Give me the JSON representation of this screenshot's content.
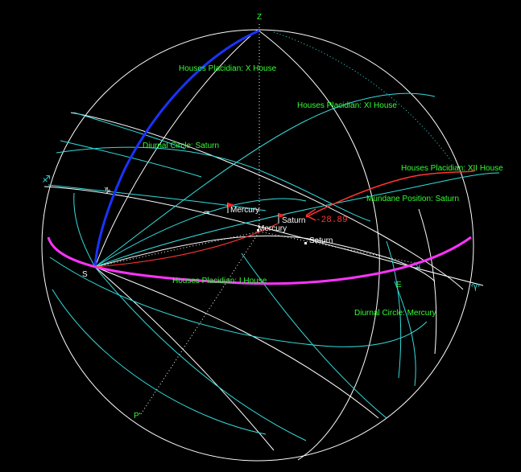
{
  "colors": {
    "background": "#000000",
    "sphere": "#ffffff",
    "house_circles": "#33dddd",
    "tenth_house": "#1a33ff",
    "horizon": "#ff33ff",
    "mundane_arc": "#ff3333",
    "labels": "#33ff33",
    "planet_flag": "#ff2222"
  },
  "labels": {
    "zenith": "Z",
    "south": "S",
    "pole": "P'",
    "east_point": "E",
    "house_x": "Houses  Placidian: X House",
    "house_xi": "Houses  Placidian: XI House",
    "house_xii": "Houses  Placidian: XII House",
    "house_i": "Houses  Placidian: I House",
    "diurnal_saturn": "Diurnal Circle: Saturn",
    "diurnal_mercury": "Diurnal Circle: Mercury",
    "mundane_saturn": "Mundane Position: Saturn",
    "mundane_value": "-28.89"
  },
  "planets": {
    "mercury_flag": "Mercury",
    "saturn_flag": "Saturn",
    "mercury_point": "Mercury",
    "saturn_point": "Saturn"
  },
  "signs": {
    "sagittarius": "♐",
    "capricorn": "♑",
    "aquarius": "♒",
    "pisces": "♓",
    "aries": "♈"
  },
  "icons": {
    "flag": "flag-icon",
    "point": "planet-point-icon"
  }
}
